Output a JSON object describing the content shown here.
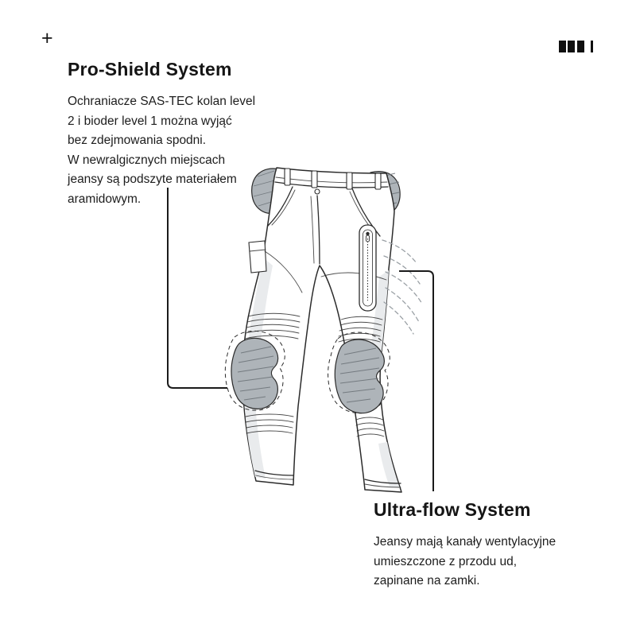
{
  "header": {
    "plus_icon": "+"
  },
  "callouts": {
    "pro_shield": {
      "title": "Pro-Shield System",
      "body": "Ochraniacze SAS-TEC kolan level\n2 i bioder level 1 można wyjąć\nbez zdejmowania spodni.\nW newralgicznych miejscach\njeansy są podszyte materiałem\naramidowym."
    },
    "ultra_flow": {
      "title": "Ultra-flow System",
      "body": "Jeansy mają kanały wentylacyjne\numieszczone z przodu ud,\nzapinane na zamki."
    }
  },
  "illustration": {
    "colors": {
      "outline": "#2b2b2b",
      "pad_fill": "#aeb4b9",
      "pad_hatch": "#6e747a",
      "shade": "#e9ebed",
      "airflow": "#9aa0a5",
      "connector": "#1a1a1a"
    }
  }
}
